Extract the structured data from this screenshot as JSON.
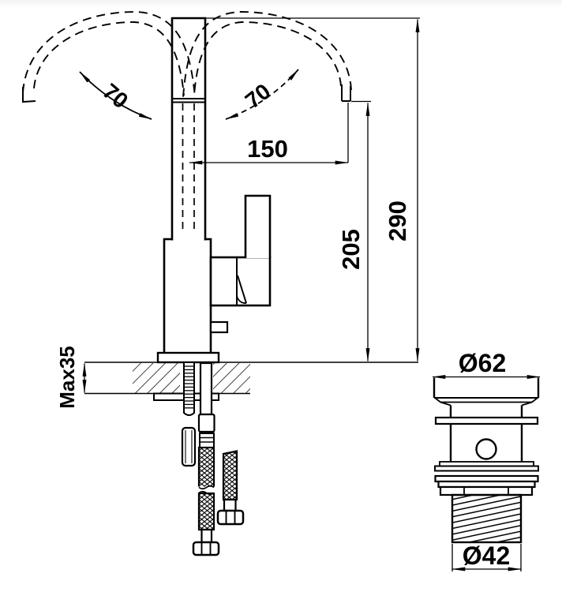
{
  "drawing": {
    "title": "mixer-tap-installation-drawing",
    "background": "#ffffff",
    "line_color": "#000000",
    "labels": {
      "swivel_left": "70",
      "swivel_right": "70",
      "reach": "150",
      "outlet_height": "205",
      "total_height": "290",
      "max_deck": "Max35",
      "waste_flange": "Ø62",
      "waste_thread": "Ø42"
    }
  }
}
